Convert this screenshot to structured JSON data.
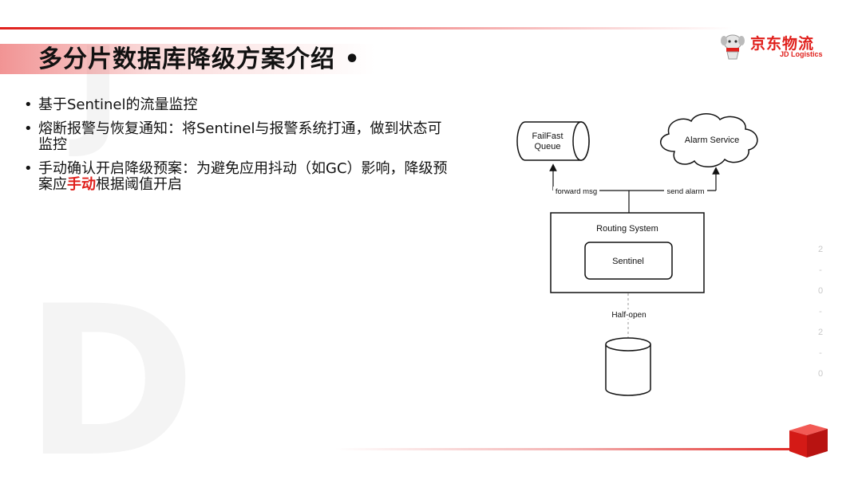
{
  "title": "多分片数据库降级方案介绍 •",
  "logo": {
    "name_cn": "京东物流",
    "name_en": "JD Logistics"
  },
  "bullets": [
    {
      "text": "基于Sentinel的流量监控"
    },
    {
      "text": "熔断报警与恢复通知：将Sentinel与报警系统打通，做到状态可监控"
    },
    {
      "pre": "手动确认开启降级预案：为避免应用抖动（如GC）影响，降级预案应",
      "highlight": "手动",
      "post": "根据阈值开启"
    }
  ],
  "diagram": {
    "failfast_line1": "FailFast",
    "failfast_line2": "Queue",
    "alarm_service": "Alarm Service",
    "forward_msg": "forward msg",
    "send_alarm": "send alarm",
    "routing_system": "Routing System",
    "sentinel": "Sentinel",
    "half_open": "Half-open"
  },
  "year_digits": [
    "2",
    "-",
    "0",
    "-",
    "2",
    "-",
    "0"
  ],
  "colors": {
    "brand_red": "#e0201c",
    "highlight": "#e0201c"
  }
}
